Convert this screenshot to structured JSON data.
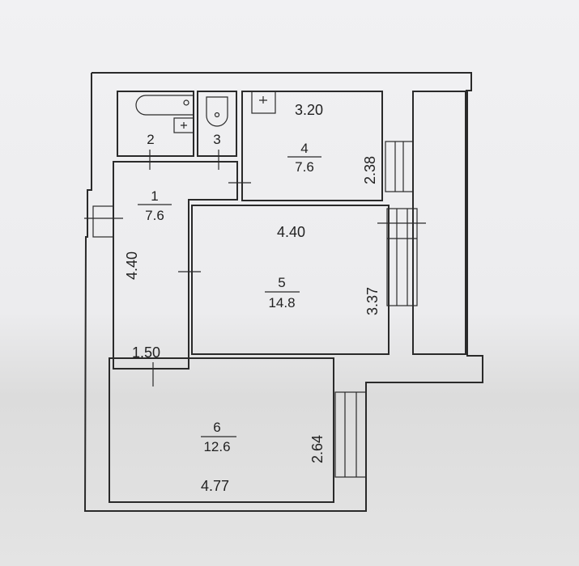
{
  "rooms": [
    {
      "number": "1",
      "area": "7.6"
    },
    {
      "number": "2"
    },
    {
      "number": "3"
    },
    {
      "number": "4",
      "area": "7.6"
    },
    {
      "number": "5",
      "area": "14.8"
    },
    {
      "number": "6",
      "area": "12.6"
    }
  ],
  "dimensions": {
    "kitchen_width": "3.20",
    "kitchen_depth": "2.38",
    "living_width": "4.40",
    "living_depth": "3.37",
    "hall_length": "4.40",
    "hall_width": "1.50",
    "bedroom_depth": "2.64",
    "bedroom_width": "4.77"
  }
}
